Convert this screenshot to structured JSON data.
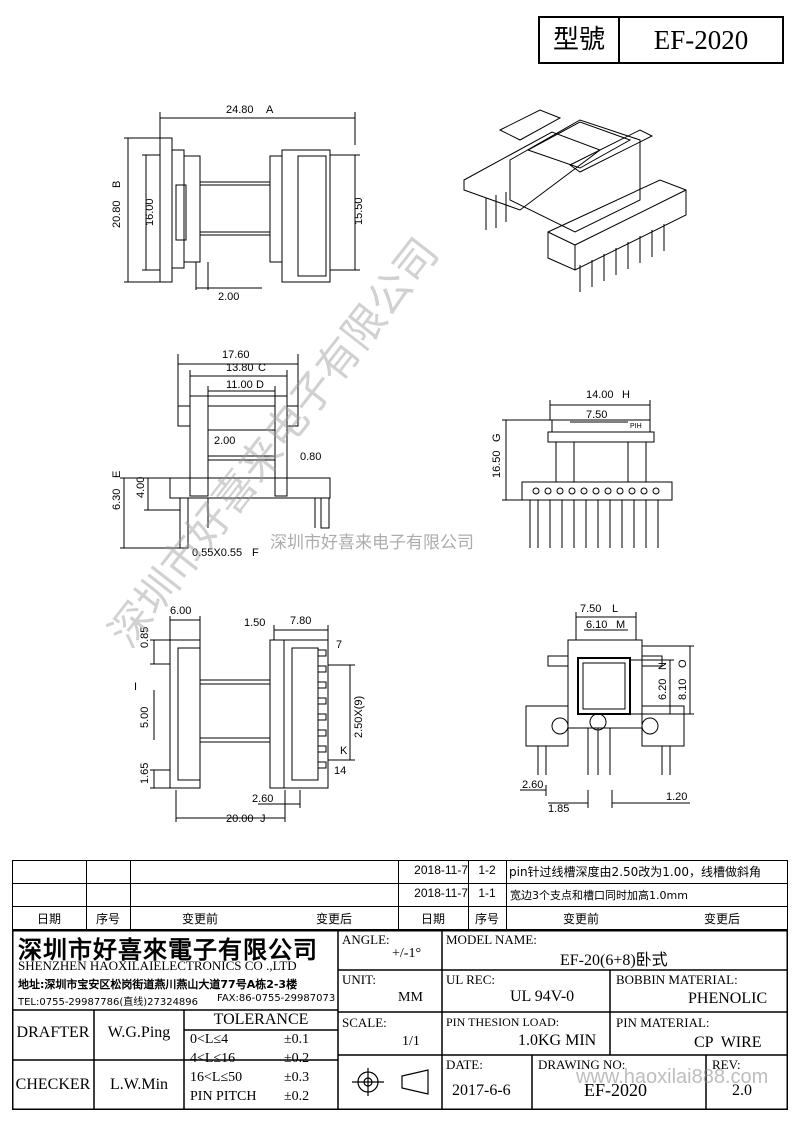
{
  "model_box": {
    "label": "型號",
    "value": "EF-2020"
  },
  "drawing_dims": {
    "top_view": {
      "w": "24.80",
      "w_id": "A",
      "h": "20.80",
      "h_id": "B",
      "inner_h": "16.00",
      "right_h": "15.50",
      "flange": "2.00"
    },
    "side_view": {
      "d1": "17.60",
      "d2": "13.80",
      "d2_id": "C",
      "d3": "11.00",
      "d3_id": "D",
      "wall": "2.00",
      "gap": "0.80",
      "h1": "6.30",
      "h1_id": "E",
      "h2": "4.00",
      "pin": "0.55X0.55",
      "pin_id": "F"
    },
    "front_view": {
      "w": "14.00",
      "w_id": "H",
      "inner": "7.50",
      "h": "16.50",
      "h_id": "G",
      "tag": "PIH"
    },
    "bottom_view": {
      "a": "6.00",
      "b": "0.85",
      "c": "5.00",
      "c_id": "I",
      "d": "1.65",
      "e": "1.50",
      "f": "7.80",
      "pitch": "2.50X(9)",
      "pitch_id": "K",
      "len": "20.00",
      "len_id": "J",
      "g": "2.60",
      "pin_start": "7",
      "pin_end": "14"
    },
    "end_view": {
      "a": "7.50",
      "a_id": "L",
      "b": "6.10",
      "b_id": "M",
      "c": "6.20",
      "c_id": "N",
      "d": "8.10",
      "d_id": "O",
      "e": "2.60",
      "f": "1.85",
      "g": "1.20"
    }
  },
  "watermark": {
    "diagonal": "深圳市好喜来电子有限公司",
    "horizontal": "深圳市好喜来电子有限公司",
    "url": "www.haoxilai888.com"
  },
  "revisions": [
    {
      "date": "2018-11-7",
      "seq": "1-2",
      "desc": "pin针过线槽深度由2.50改为1.00，线槽做斜角"
    },
    {
      "date": "2018-11-7",
      "seq": "1-1",
      "desc": "宽边3个支点和槽口同时加高1.0mm"
    }
  ],
  "rev_headers": {
    "date": "日期",
    "seq": "序号",
    "before": "变更前",
    "after": "变更后"
  },
  "company": {
    "name_cn": "深圳市好喜來電子有限公司",
    "name_en": "SHENZHEN HAOXILAIELECTRONICS CO .,LTD",
    "address": "地址:深圳市宝安区松岗街道燕川燕山大道77号A栋2-3楼",
    "tel": "TEL:0755-29987786(直线)27324896",
    "fax": "FAX:86-0755-29987073"
  },
  "title_block": {
    "angle_label": "ANGLE:",
    "angle_value": "+/-1°",
    "model_label": "MODEL NAME:",
    "model_value": "EF-20(6+8)卧式",
    "unit_label": "UNIT:",
    "unit_value": "MM",
    "ul_label": "UL REC:",
    "ul_value": "UL 94V-0",
    "bobbin_label": "BOBBIN MATERIAL:",
    "bobbin_value": "PHENOLIC",
    "drafter_label": "DRAFTER",
    "drafter_value": "W.G.Ping",
    "tol_label": "TOLERANCE",
    "tol_rows": [
      [
        "0<L≤4",
        "±0.1"
      ],
      [
        "4<L≤16",
        "±0.2"
      ],
      [
        "16<L≤50",
        "±0.3"
      ],
      [
        "PIN PITCH",
        "±0.2"
      ]
    ],
    "scale_label": "SCALE:",
    "scale_value": "1/1",
    "load_label": "PIN THESION LOAD:",
    "load_value": "1.0KG MIN",
    "pinmat_label": "PIN MATERIAL:",
    "pinmat_value": "CP  WIRE",
    "checker_label": "CHECKER",
    "checker_value": "L.W.Min",
    "date_label": "DATE:",
    "date_value": "2017-6-6",
    "dwg_label": "DRAWING NO:",
    "dwg_value": "EF-2020",
    "rev_label": "REV:",
    "rev_value": "2.0"
  }
}
